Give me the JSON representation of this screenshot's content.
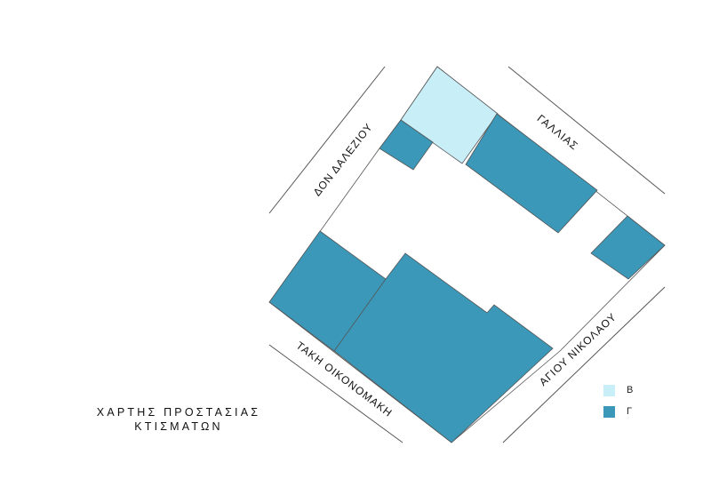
{
  "title": {
    "line1": "ΧΑΡΤΗΣ ΠΡΟΣΤΑΣΙΑΣ",
    "line2": "ΚΤΙΣΜΑΤΩΝ"
  },
  "streets": {
    "don_daleziou": "ΔΟΝ ΔΑΛΕΖΙΟΥ",
    "gallias": "ΓΑΛΛΙΑΣ",
    "taki_oikonomaki": "ΤΑΚΗ ΟΙΚΟΝΟΜΑΚΗ",
    "agiou_nikolaou": "ΑΓΙΟΥ ΝΙΚΟΛΑΟΥ"
  },
  "legend": {
    "items": [
      {
        "label": "Β",
        "color": "#c8eef8"
      },
      {
        "label": "Γ",
        "color": "#3b98b8"
      }
    ]
  },
  "colors": {
    "category_b": "#c8eef8",
    "category_g": "#3b98b8",
    "outline": "#555555"
  }
}
